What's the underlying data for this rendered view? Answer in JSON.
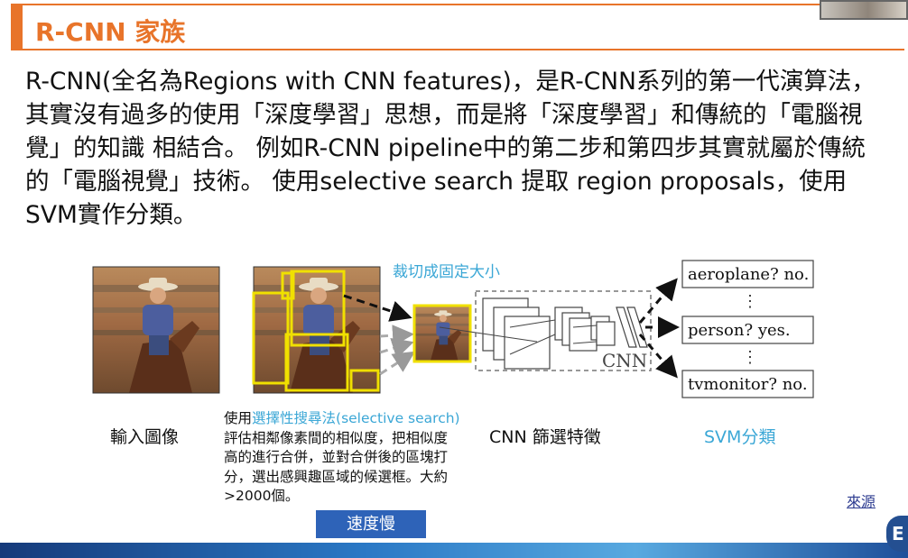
{
  "slide": {
    "title": "R-CNN 家族",
    "paragraph": "R-CNN(全名為Regions with CNN features)，是R-CNN系列的第一代演算法，其實沒有過多的使用「深度學習」思想，而是將「深度學習」和傳統的「電腦視覺」的知識 相結合。 例如R-CNN pipeline中的第二步和第四步其實就屬於傳統的「電腦視覺」技術。 使用selective search 提取 region proposals，使用SVM實作分類。"
  },
  "diagram": {
    "crop_label": "裁切成固定大小",
    "cnn_label": "CNN",
    "svm_results": [
      "aeroplane? no.",
      "person? yes.",
      "tvmonitor? no."
    ],
    "dots": "⋮"
  },
  "captions": {
    "input": "輸入圖像",
    "search_prefix": "使用",
    "search_highlight": "選擇性搜尋法(selective search)",
    "search_rest": "評估相鄰像素間的相似度，把相似度高的進行合併，並對合併後的區塊打分，選出感興趣區域的候選框。大約>2000個。",
    "slow_badge": "速度慢",
    "cnn": "CNN 篩選特徵",
    "svm": "SVM分類"
  },
  "source_link": "來源",
  "nav_button": "E",
  "colors": {
    "accent_orange": "#e8742a",
    "caption_blue": "#3ba7d6",
    "badge_blue": "#2e63b8",
    "box_yellow": "#f0e000"
  },
  "icons": {
    "cursor": "text-cursor-icon"
  }
}
